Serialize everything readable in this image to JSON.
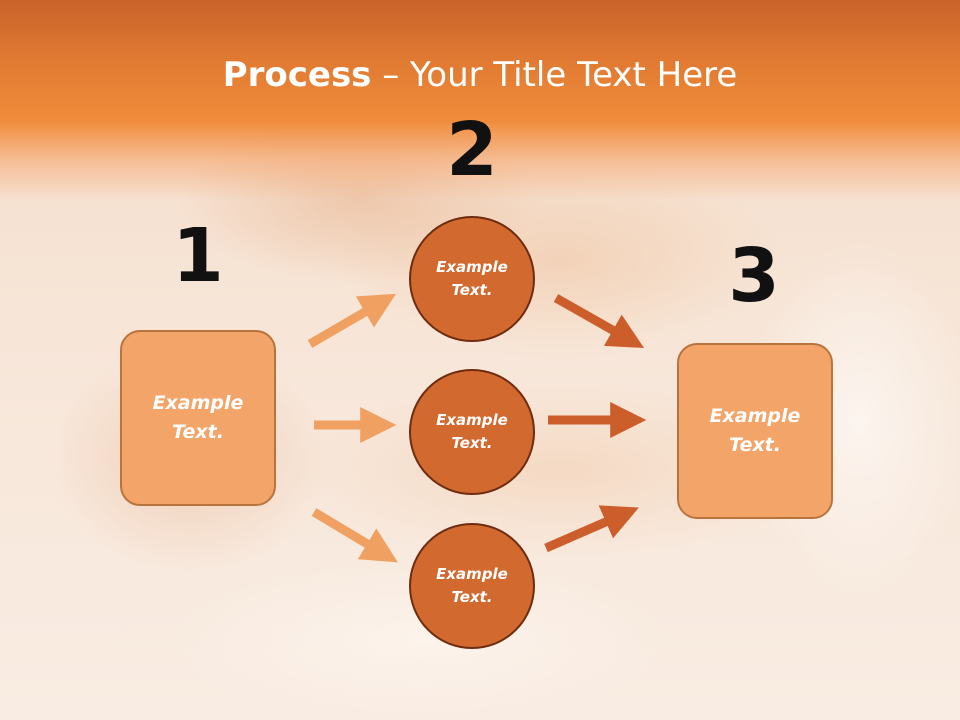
{
  "slide": {
    "title_bold": "Process",
    "title_rest": " – Your Title Text Here"
  },
  "steps": {
    "one": "1",
    "two": "2",
    "three": "3"
  },
  "boxes": {
    "left": "Example Text.",
    "right": "Example Text."
  },
  "circles": [
    "Example Text.",
    "Example Text.",
    "Example Text."
  ],
  "colors": {
    "header": "#f08b3a",
    "box_fill": "#f3a468",
    "circle_fill": "#d2692f",
    "arrow_light": "#f0a060",
    "arrow_dark": "#cc5e2c"
  }
}
